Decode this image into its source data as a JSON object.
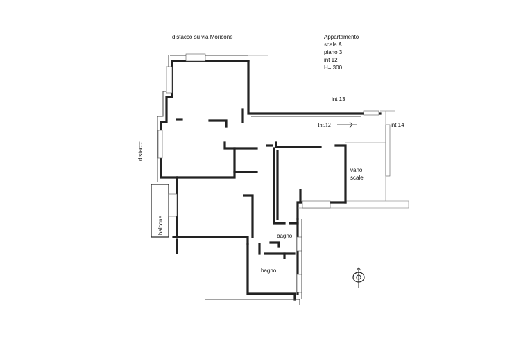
{
  "labels": {
    "distacco_top": "distacco su via Moricone",
    "distacco_side": "distacco",
    "apartment": [
      "Appartamento",
      "scala A",
      "piano 3",
      "int 12",
      "H= 300"
    ],
    "int13": "int 13",
    "int14": "int 14",
    "int12_marker": "Int.12",
    "vano": "vano",
    "scale": "scale",
    "balcone": "balcone",
    "bagno1": "bagno",
    "bagno2": "bagno"
  }
}
